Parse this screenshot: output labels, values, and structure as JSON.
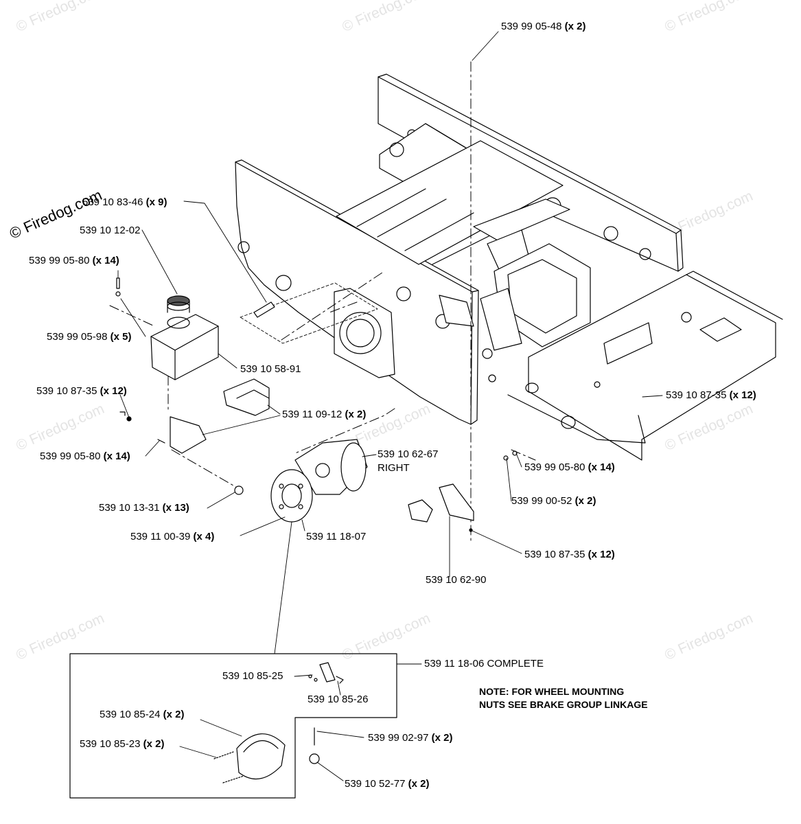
{
  "watermark": "© Firedog.com",
  "copyright": "© Firedog.com",
  "callouts": [
    {
      "part": "539 99 05-48",
      "qty": "(x 2)"
    },
    {
      "part": "539 10 83-46",
      "qty": "(x 9)"
    },
    {
      "part": "539 10 12-02",
      "qty": ""
    },
    {
      "part": "539 99 05-80",
      "qty": "(x 14)"
    },
    {
      "part": "539 99 05-98",
      "qty": "(x 5)"
    },
    {
      "part": "539 10 58-91",
      "qty": ""
    },
    {
      "part": "539 10 87-35",
      "qty": "(x 12)"
    },
    {
      "part": "539 11 09-12",
      "qty": "(x 2)"
    },
    {
      "part": "539 99 05-80",
      "qty": "(x 14)"
    },
    {
      "part": "539 10 62-67",
      "qty": ""
    },
    {
      "part": "RIGHT",
      "qty": ""
    },
    {
      "part": "539 10 13-31",
      "qty": "(x 13)"
    },
    {
      "part": "539 11 00-39",
      "qty": "(x 4)"
    },
    {
      "part": "539 11 18-07",
      "qty": ""
    },
    {
      "part": "539 10 87-35",
      "qty": "(x 12)"
    },
    {
      "part": "539 99 05-80",
      "qty": "(x 14)"
    },
    {
      "part": "539 99 00-52",
      "qty": "(x 2)"
    },
    {
      "part": "539 10 87-35",
      "qty": "(x 12)"
    },
    {
      "part": "539 10 62-90",
      "qty": ""
    },
    {
      "part": "539 11 18-06 COMPLETE",
      "qty": ""
    },
    {
      "part": "539 10 85-25",
      "qty": ""
    },
    {
      "part": "539 10 85-26",
      "qty": ""
    },
    {
      "part": "539 10 85-24",
      "qty": "(x 2)"
    },
    {
      "part": "539 10 85-23",
      "qty": "(x 2)"
    },
    {
      "part": "539 99 02-97",
      "qty": "(x 2)"
    },
    {
      "part": "539 10 52-77",
      "qty": "(x 2)"
    }
  ],
  "note": {
    "line1": "NOTE: FOR WHEEL MOUNTING",
    "line2": "NUTS SEE BRAKE GROUP LINKAGE"
  }
}
